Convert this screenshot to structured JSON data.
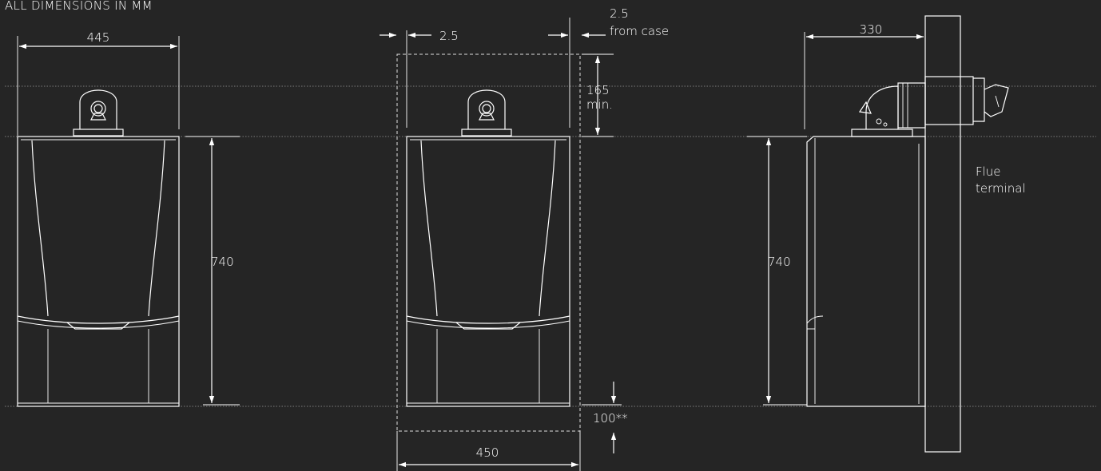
{
  "header": {
    "title": "ALL DIMENSIONS IN MM"
  },
  "front_view": {
    "width_label": "445",
    "height_label": "740"
  },
  "clearance_view": {
    "side_clearance_label": "2.5",
    "case_clearance_value": "2.5",
    "case_clearance_note": "from case",
    "top_clearance_value": "165",
    "top_clearance_note": "min.",
    "bottom_clearance_label": "100**",
    "overall_width_label": "450"
  },
  "side_view": {
    "depth_label": "330",
    "height_label": "740",
    "flue_label_line1": "Flue",
    "flue_label_line2": "terminal"
  },
  "colors": {
    "background": "#252525",
    "line": "#ffffff",
    "guide": "#9a9a9a"
  }
}
